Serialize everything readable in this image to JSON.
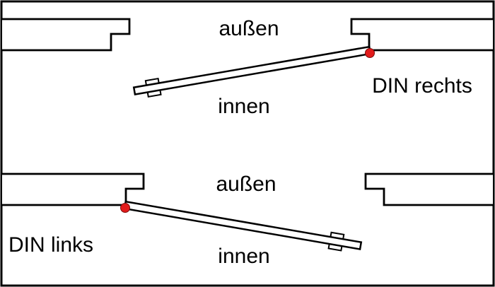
{
  "figure": {
    "top_panel": {
      "outside_label": "außen",
      "inside_label": "innen",
      "handing_label": "DIN rechts"
    },
    "bottom_panel": {
      "outside_label": "außen",
      "inside_label": "innen",
      "handing_label": "DIN links"
    },
    "colors": {
      "hinge_dot": "#e21b1b",
      "line": "#000000",
      "background": "#ffffff"
    }
  }
}
